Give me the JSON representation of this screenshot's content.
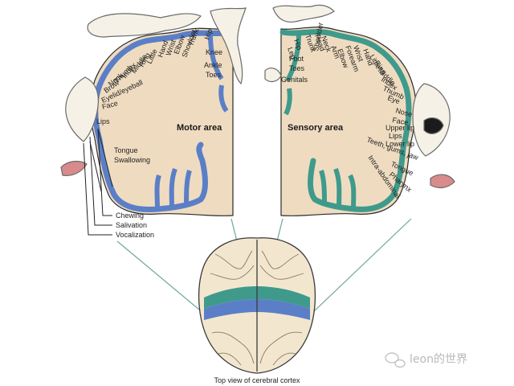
{
  "motor": {
    "title": "Motor area",
    "body_labels": [
      "Toes",
      "Ankle",
      "Knee",
      "Hip",
      "Trunk",
      "Shoulder",
      "Elbow",
      "Wrist",
      "Hand",
      "Little",
      "Ring",
      "Middle",
      "Index",
      "Thumb",
      "Neck",
      "Brow",
      "Eyelid/eyeball",
      "Face",
      "Lips",
      "Tongue",
      "Swallowing"
    ],
    "mouth_functions": [
      "Chewing",
      "Salivation",
      "Vocalization"
    ]
  },
  "sensory": {
    "title": "Sensory area",
    "body_labels": [
      "Genitals",
      "Toes",
      "Foot",
      "Leg",
      "Hip",
      "Trunk",
      "Head",
      "Neck",
      "Shoulder",
      "Arm",
      "Elbow",
      "Forearm",
      "Wrist",
      "Hand",
      "Little",
      "Ring",
      "Middle",
      "Index",
      "Thumb",
      "Eye",
      "Nose",
      "Face",
      "Upper lip",
      "Lips",
      "Lower lip",
      "Teeth, gums, jaw",
      "Tongue",
      "Pharynx",
      "Intra-abdominal"
    ]
  },
  "brain_caption": "Top view of cerebral cortex",
  "watermark": "leon的世界",
  "colors": {
    "cortex_fill": "#efdcc0",
    "motor_band": "#5b7fc7",
    "sensory_band": "#3f9a8c",
    "outline": "#2a2a2a"
  }
}
